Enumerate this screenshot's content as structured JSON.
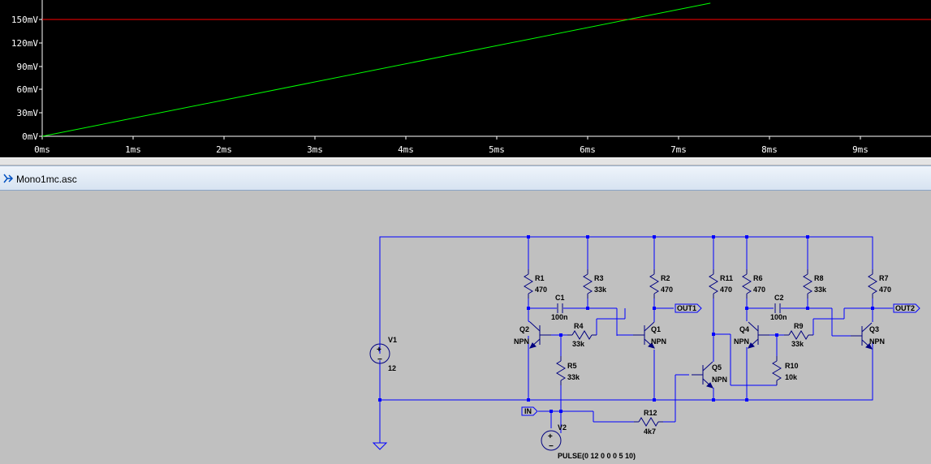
{
  "plot": {
    "y_ticks": [
      "0mV",
      "30mV",
      "60mV",
      "90mV",
      "120mV",
      "150mV"
    ],
    "x_ticks": [
      "0ms",
      "1ms",
      "2ms",
      "3ms",
      "4ms",
      "5ms",
      "6ms",
      "7ms",
      "8ms",
      "9ms"
    ],
    "colors": {
      "background": "#000000",
      "trace": "#00ff00",
      "reference": "#ff0000",
      "axis": "#ffffff"
    }
  },
  "chart_data": {
    "type": "line",
    "x_unit": "ms",
    "y_unit": "mV",
    "xlim": [
      0,
      9.8
    ],
    "ylim": [
      0,
      170
    ],
    "series": [
      {
        "color": "#00ff00",
        "x": [
          0,
          7.35
        ],
        "y": [
          0,
          171
        ]
      },
      {
        "color": "#ff0000",
        "x": [
          0,
          9.8
        ],
        "y": [
          150,
          150
        ]
      }
    ]
  },
  "window": {
    "title": "Mono1mc.asc",
    "icon": "ltspice-schematic-icon"
  },
  "schematic": {
    "components": {
      "R1": {
        "name": "R1",
        "value": "470"
      },
      "R2": {
        "name": "R2",
        "value": "470"
      },
      "R3": {
        "name": "R3",
        "value": "33k"
      },
      "R4": {
        "name": "R4",
        "value": "33k"
      },
      "R5": {
        "name": "R5",
        "value": "33k"
      },
      "R6": {
        "name": "R6",
        "value": "470"
      },
      "R7": {
        "name": "R7",
        "value": "470"
      },
      "R8": {
        "name": "R8",
        "value": "33k"
      },
      "R9": {
        "name": "R9",
        "value": "33k"
      },
      "R10": {
        "name": "R10",
        "value": "10k"
      },
      "R11": {
        "name": "R11",
        "value": "470"
      },
      "R12": {
        "name": "R12",
        "value": "4k7"
      },
      "C1": {
        "name": "C1",
        "value": "100n"
      },
      "C2": {
        "name": "C2",
        "value": "100n"
      },
      "Q1": {
        "name": "Q1",
        "model": "NPN"
      },
      "Q2": {
        "name": "Q2",
        "model": "NPN"
      },
      "Q3": {
        "name": "Q3",
        "model": "NPN"
      },
      "Q4": {
        "name": "Q4",
        "model": "NPN"
      },
      "Q5": {
        "name": "Q5",
        "model": "NPN"
      },
      "V1": {
        "name": "V1",
        "value": "12"
      },
      "V2": {
        "name": "V2",
        "value": "PULSE(0 12 0 0 0 5 10)"
      }
    },
    "net_labels": {
      "out1": "OUT1",
      "out2": "OUT2",
      "in": "IN"
    },
    "colors": {
      "wire": "#0000ff",
      "component": "#000080",
      "background": "#c0c0c0"
    }
  }
}
